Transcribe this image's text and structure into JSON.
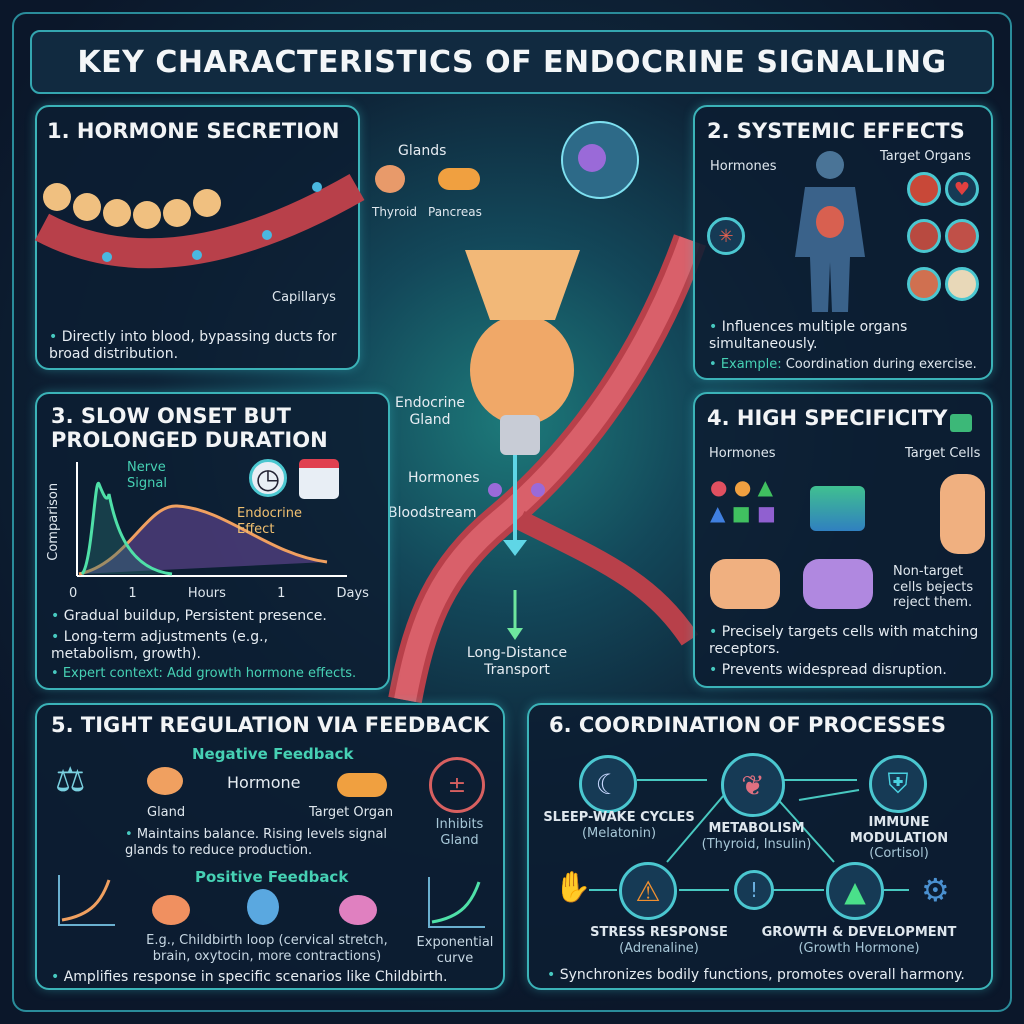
{
  "title": "KEY CHARACTERISTICS OF ENDOCRINE SIGNALING",
  "center": {
    "endocrine_gland": "Endocrine Gland",
    "hormones": "Hormones",
    "bloodstream": "Bloodstream",
    "long_distance": "Long-Distance Transport"
  },
  "p1": {
    "heading": "1. HORMONE SECRETION",
    "glands": "Glands",
    "thyroid": "Thyroid",
    "pancreas": "Pancreas",
    "capillarys": "Capillarys",
    "bullet": "Directly into blood, bypassing ducts for broad distribution."
  },
  "p2": {
    "heading": "2. SYSTEMIC EFFECTS",
    "hormones": "Hormones",
    "target_organs": "Target Organs",
    "bullet": "Influences multiple organs simultaneously.",
    "example_label": "Example:",
    "example": "Coordination during exercise."
  },
  "p3": {
    "heading": "3. SLOW ONSET BUT PROLONGED DURATION",
    "chart_data": {
      "type": "line",
      "ylabel": "Comparison",
      "x_ticks": [
        "0",
        "1",
        "Hours",
        "1",
        "Days"
      ],
      "series": [
        {
          "name": "Nerve Signal",
          "color": "#4fe0a8"
        },
        {
          "name": "Endocrine Effect",
          "color": "#f0a060"
        }
      ]
    },
    "bullets": [
      "Gradual buildup, Persistent presence.",
      "Long-term adjustments (e.g., metabolism, growth)."
    ],
    "expert": "Expert context: Add growth hormone effects."
  },
  "p4": {
    "heading": "4. HIGH SPECIFICITY",
    "hormones": "Hormones",
    "target_cells": "Target Cells",
    "nontarget": "Non-target cells bejects reject them.",
    "bullets": [
      "Precisely targets cells with matching receptors.",
      "Prevents widespread disruption."
    ]
  },
  "p5": {
    "heading": "5. TIGHT REGULATION VIA FEEDBACK",
    "negative": "Negative Feedback",
    "gland": "Gland",
    "hormone": "Hormone",
    "target_organ": "Target Organ",
    "inhibits": "Inhibits Gland",
    "neg_bullet": "Maintains balance. Rising levels signal glands to reduce production.",
    "positive": "Positive Feedback",
    "example": "E.g., Childbirth loop (cervical stretch, brain, oxytocin, more contractions)",
    "exponential": "Exponential curve",
    "bullet": "Amplifies response in specific scenarios like Childbirth."
  },
  "p6": {
    "heading": "6. COORDINATION OF PROCESSES",
    "nodes": [
      {
        "name": "SLEEP-WAKE CYCLES",
        "sub": "(Melatonin)"
      },
      {
        "name": "METABOLISM",
        "sub": "(Thyroid, Insulin)"
      },
      {
        "name": "IMMUNE MODULATION",
        "sub": "(Cortisol)"
      },
      {
        "name": "STRESS RESPONSE",
        "sub": "(Adrenaline)"
      },
      {
        "name": "GROWTH & DEVELOPMENT",
        "sub": "(Growth Hormone)"
      }
    ],
    "bullet": "Synchronizes bodily functions, promotes overall harmony."
  }
}
